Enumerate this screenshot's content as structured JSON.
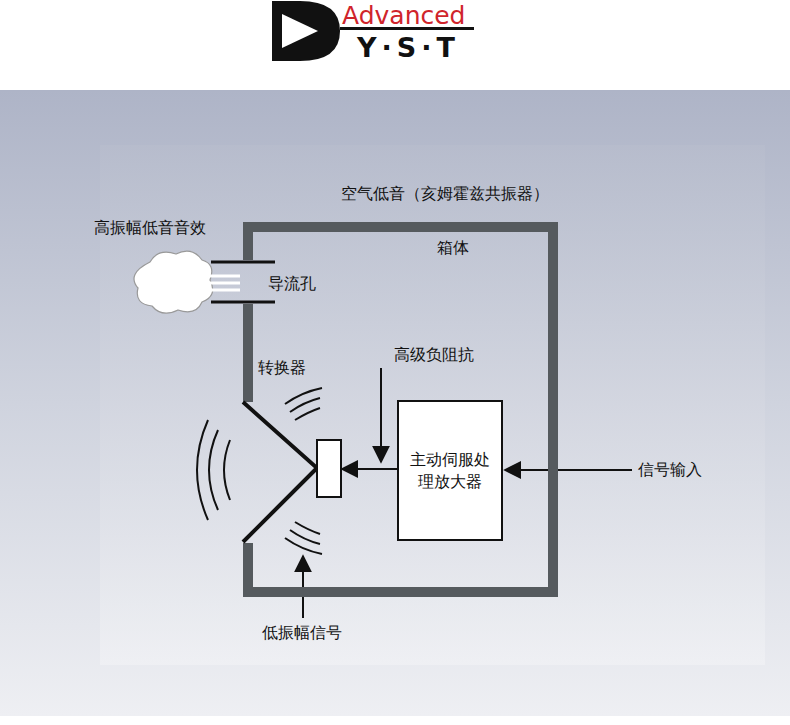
{
  "diagram": {
    "nodes": [
      {
        "text": [
          "空气低音（亥姆霍兹共振器）",
          "箱体"
        ]
      },
      {
        "text": [
          "主动伺服处理放大器"
        ],
        "in": 0
      }
    ],
    "labels": [
      "Advanced",
      "Y·S·T",
      "高振幅低音音效",
      "导流孔",
      "转换器",
      "高级负阻抗",
      "低振幅信号",
      "信号输入"
    ]
  }
}
